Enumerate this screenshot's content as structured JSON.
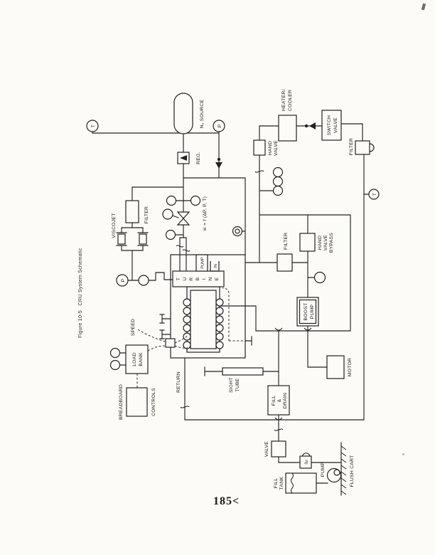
{
  "page": {
    "number": "185<",
    "caption": "Figure 10-5   CRU System Schematic"
  },
  "colors": {
    "ink": "#222220",
    "paper": "#fcfbf8"
  },
  "labels": {
    "n2_source": "N₂ SOURCE",
    "reg": "REG.",
    "viscojet": "VISCOJET",
    "viscojet_filter": "FILTER",
    "flow_equation": "ẇ = f (ΔP, P, T)",
    "temp_sensor_gas": "T",
    "press_sensor_gas": "P",
    "press_sensor_bearing": "P",
    "temp_sensor_loop": "T",
    "hand_valve": [
      "HAND",
      "VALVE"
    ],
    "heater_cooler": [
      "HEATER/",
      "COOLER"
    ],
    "switch_valve": [
      "SWITCH",
      "VALVE"
    ],
    "filter_top_right": "FILTER",
    "filter_loop": "FILTER",
    "hand_valve_bypass": [
      "HAND",
      "VALVE",
      "BYPASS"
    ],
    "boost_pump": [
      "BOOST",
      "PUMP"
    ],
    "motor": "MOTOR",
    "fill_drain": [
      "FILL",
      "&",
      "DRAIN"
    ],
    "sight_tube": [
      "SIGHT",
      "TUBE"
    ],
    "return_line": "RETURN",
    "speed": "SPEED",
    "load_bank": [
      "LOAD",
      "BANK"
    ],
    "breadboard": "BREADBOARD",
    "controls": "CONTROLS",
    "turbine_letters": [
      "T",
      "U",
      "R",
      "B",
      "I",
      "N",
      "E"
    ],
    "pump_unit": "PUMP",
    "inlet": "IN",
    "valve": "VALVE",
    "micron_filter": "3μ",
    "cart_pump": "PUMP",
    "fill_tank": [
      "FILL",
      "TANK"
    ],
    "flush_cart": "FLUSH CART"
  }
}
